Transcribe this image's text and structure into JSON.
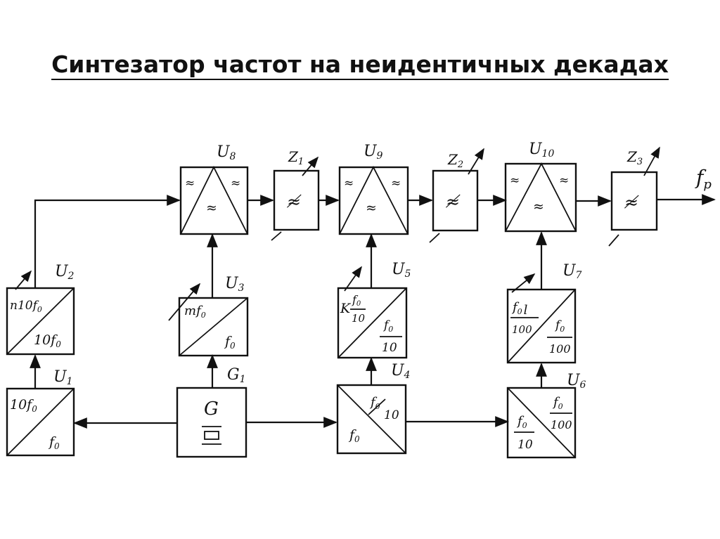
{
  "title": "Синтезатор частот на неидентичных декадах",
  "labels": {
    "U1": "U",
    "U1_sub": "1",
    "U2": "U",
    "U2_sub": "2",
    "U3": "U",
    "U3_sub": "3",
    "U4": "U",
    "U4_sub": "4",
    "U5": "U",
    "U5_sub": "5",
    "U6": "U",
    "U6_sub": "6",
    "U7": "U",
    "U7_sub": "7",
    "U8": "U",
    "U8_sub": "8",
    "U9": "U",
    "U9_sub": "9",
    "U10": "U",
    "U10_sub": "10",
    "Z1": "Z",
    "Z1_sub": "1",
    "Z2": "Z",
    "Z2_sub": "2",
    "Z3": "Z",
    "Z3_sub": "3",
    "G1": "G",
    "G1_sub": "1",
    "output": "f",
    "output_sub": "p"
  },
  "blocks": {
    "U1": {
      "top": "10f",
      "top_sub": "0",
      "bottom": "f",
      "bottom_sub": "0"
    },
    "U2": {
      "top": "n10f",
      "top_sub": "0",
      "bottom": "10f",
      "bottom_sub": "0"
    },
    "U3": {
      "top": "mf",
      "top_sub": "0",
      "bottom": "f",
      "bottom_sub": "0"
    },
    "U4": {
      "num": "f",
      "num_sub": "0",
      "den": "10",
      "bottom": "f",
      "bottom_sub": "0"
    },
    "U5": {
      "prefix": "K",
      "left_num": "f",
      "left_num_sub": "0",
      "left_den": "10",
      "right_num": "f",
      "right_num_sub": "0",
      "right_den": "10"
    },
    "U6": {
      "top_num": "f",
      "top_num_sub": "0",
      "top_den": "100",
      "bottom_num": "f",
      "bottom_num_sub": "0",
      "bottom_den": "10"
    },
    "U7": {
      "top_num": "f",
      "top_num_sub": "0",
      "top_suffix": "l",
      "top_den": "100",
      "bottom_num": "f",
      "bottom_num_sub": "0",
      "bottom_den": "100"
    },
    "G": {
      "label": "G"
    }
  },
  "filter_glyph": "≈",
  "filter_notch_glyph": "≉"
}
